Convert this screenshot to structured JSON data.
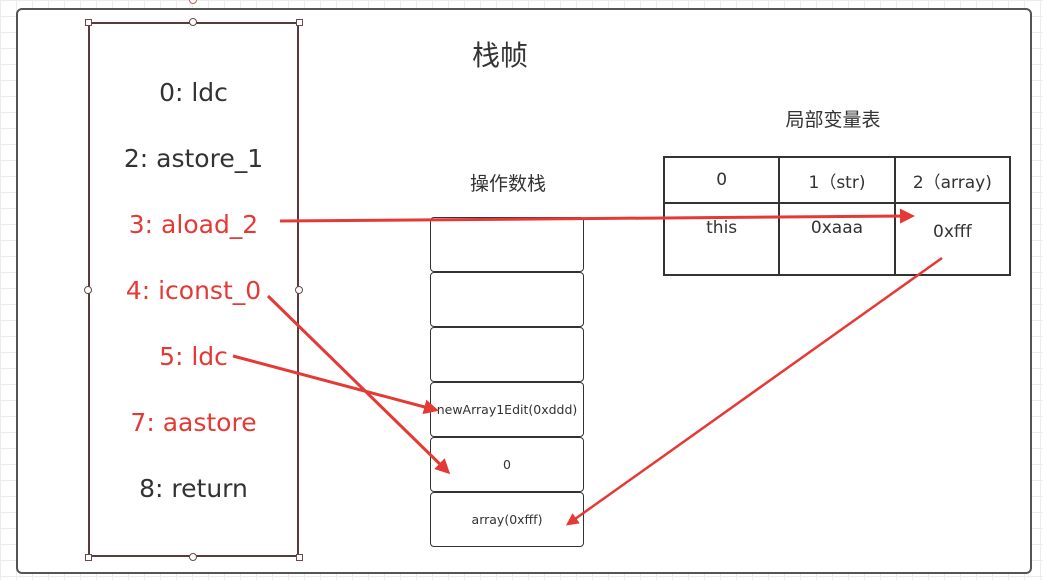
{
  "title": "栈帧",
  "instructions": [
    {
      "text": "0: ldc",
      "color": "#333333"
    },
    {
      "text": "2: astore_1",
      "color": "#333333"
    },
    {
      "text": "3: aload_2",
      "color": "#e53935"
    },
    {
      "text": "4: iconst_0",
      "color": "#e53935"
    },
    {
      "text": "5: ldc",
      "color": "#e53935"
    },
    {
      "text": "7: aastore",
      "color": "#e53935"
    },
    {
      "text": "8: return",
      "color": "#333333"
    }
  ],
  "operand_stack": {
    "label": "操作数栈",
    "cells": [
      "",
      "",
      "",
      "newArray1Edit(0xddd)",
      "0",
      "array(0xfff)"
    ]
  },
  "local_vars": {
    "label": "局部变量表",
    "headers": [
      "0",
      "1（str)",
      "2（array)"
    ],
    "values": [
      "this",
      "0xaaa",
      "0xfff"
    ]
  },
  "colors": {
    "accent": "#e53935",
    "ink": "#333333",
    "border": "#5a3a3a"
  }
}
